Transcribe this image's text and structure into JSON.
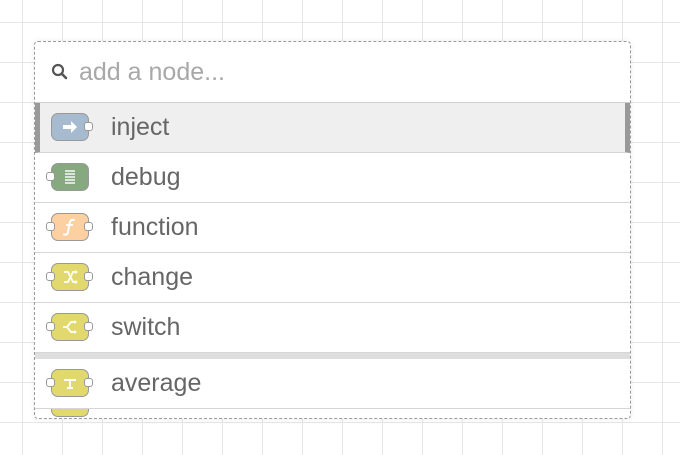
{
  "search": {
    "placeholder": "add a node..."
  },
  "items": [
    {
      "label": "inject",
      "icon": "inject-arrow-icon",
      "color": "#a6bbcf",
      "selected": true
    },
    {
      "label": "debug",
      "icon": "debug-list-icon",
      "color": "#87a980"
    },
    {
      "label": "function",
      "icon": "function-f-icon",
      "color": "#fdd0a2"
    },
    {
      "label": "change",
      "icon": "change-swap-icon",
      "color": "#e2d96e"
    },
    {
      "label": "switch",
      "icon": "switch-split-icon",
      "color": "#e2d96e"
    }
  ],
  "secondary": [
    {
      "label": "average",
      "icon": "average-icon",
      "color": "#e2d96e"
    }
  ],
  "partial_color": "#e2d96e"
}
